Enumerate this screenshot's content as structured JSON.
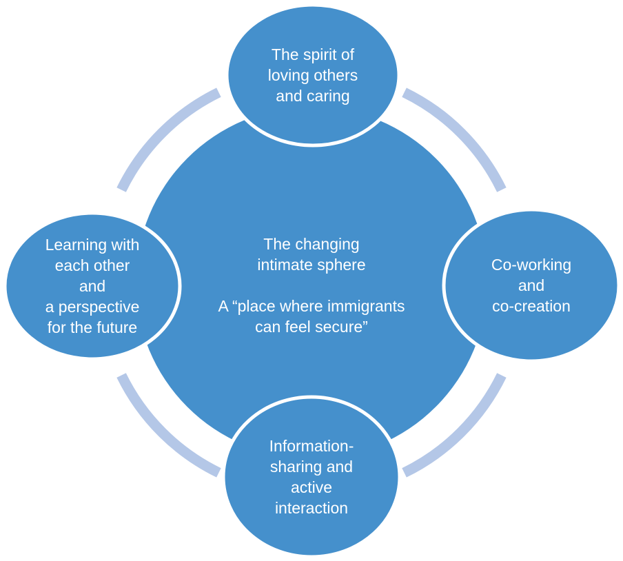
{
  "diagram": {
    "type": "radial-cycle",
    "colors": {
      "node_fill": "#4590cc",
      "node_stroke": "#ffffff",
      "ring": "#b4c7e7",
      "text": "#ffffff",
      "background": "#ffffff"
    },
    "center": {
      "lines": [
        "The changing",
        "intimate sphere",
        "",
        "A “place where immigrants",
        "can feel secure”"
      ]
    },
    "nodes": [
      {
        "id": "top",
        "lines": [
          "The spirit of",
          "loving others",
          "and caring"
        ]
      },
      {
        "id": "right",
        "lines": [
          "Co-working",
          "and",
          "co-creation"
        ]
      },
      {
        "id": "bottom",
        "lines": [
          "Information-",
          "sharing and",
          "active",
          "interaction"
        ]
      },
      {
        "id": "left",
        "lines": [
          "Learning with",
          "each other",
          "and",
          "a perspective",
          "for the future"
        ]
      }
    ],
    "connectors": [
      {
        "from": "top",
        "to": "right"
      },
      {
        "from": "right",
        "to": "bottom"
      },
      {
        "from": "bottom",
        "to": "left"
      },
      {
        "from": "left",
        "to": "top"
      }
    ]
  }
}
